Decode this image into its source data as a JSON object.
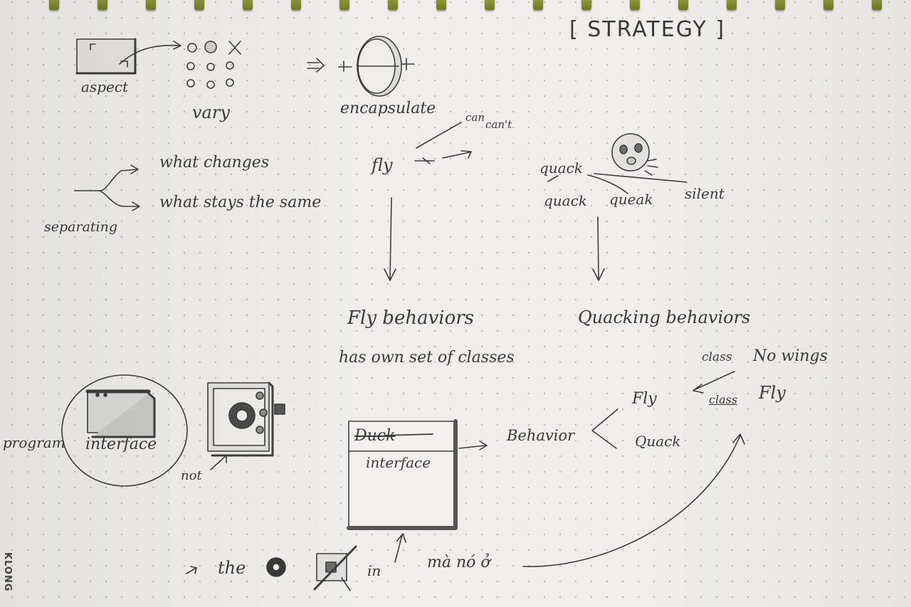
{
  "header": {
    "title": "[ STRATEGY ]"
  },
  "notes": {
    "aspect": "aspect",
    "vary": "vary",
    "encapsulate": "encapsulate",
    "can": "can",
    "cant": "can't",
    "fly": "fly",
    "quack": "quack",
    "quack_sub": "quack",
    "squeak": "queak",
    "silent": "silent",
    "what_changes": "what changes",
    "what_stays": "what stays the same",
    "separating": "separating",
    "fly_behaviors": "Fly behaviors",
    "own_classes": "has own set of classes",
    "quacking_behaviors": "Quacking behaviors",
    "class_top": "class",
    "no_wings": "No wings",
    "class_bottom": "class",
    "fly_right": "Fly",
    "fly_branch": "Fly",
    "quack_branch": "Quack",
    "behavior": "Behavior",
    "duck_struck": "Duck",
    "interface_box": "interface",
    "program": "program",
    "interface_circle": "interface",
    "not": "not",
    "the": "the",
    "in": "in",
    "vn_phrase": "mà nó ở"
  },
  "brand": "KLONG",
  "colors": {
    "ink": "#3a3a3a",
    "paper": "#efeeea",
    "ring": "#7f8c2e"
  }
}
